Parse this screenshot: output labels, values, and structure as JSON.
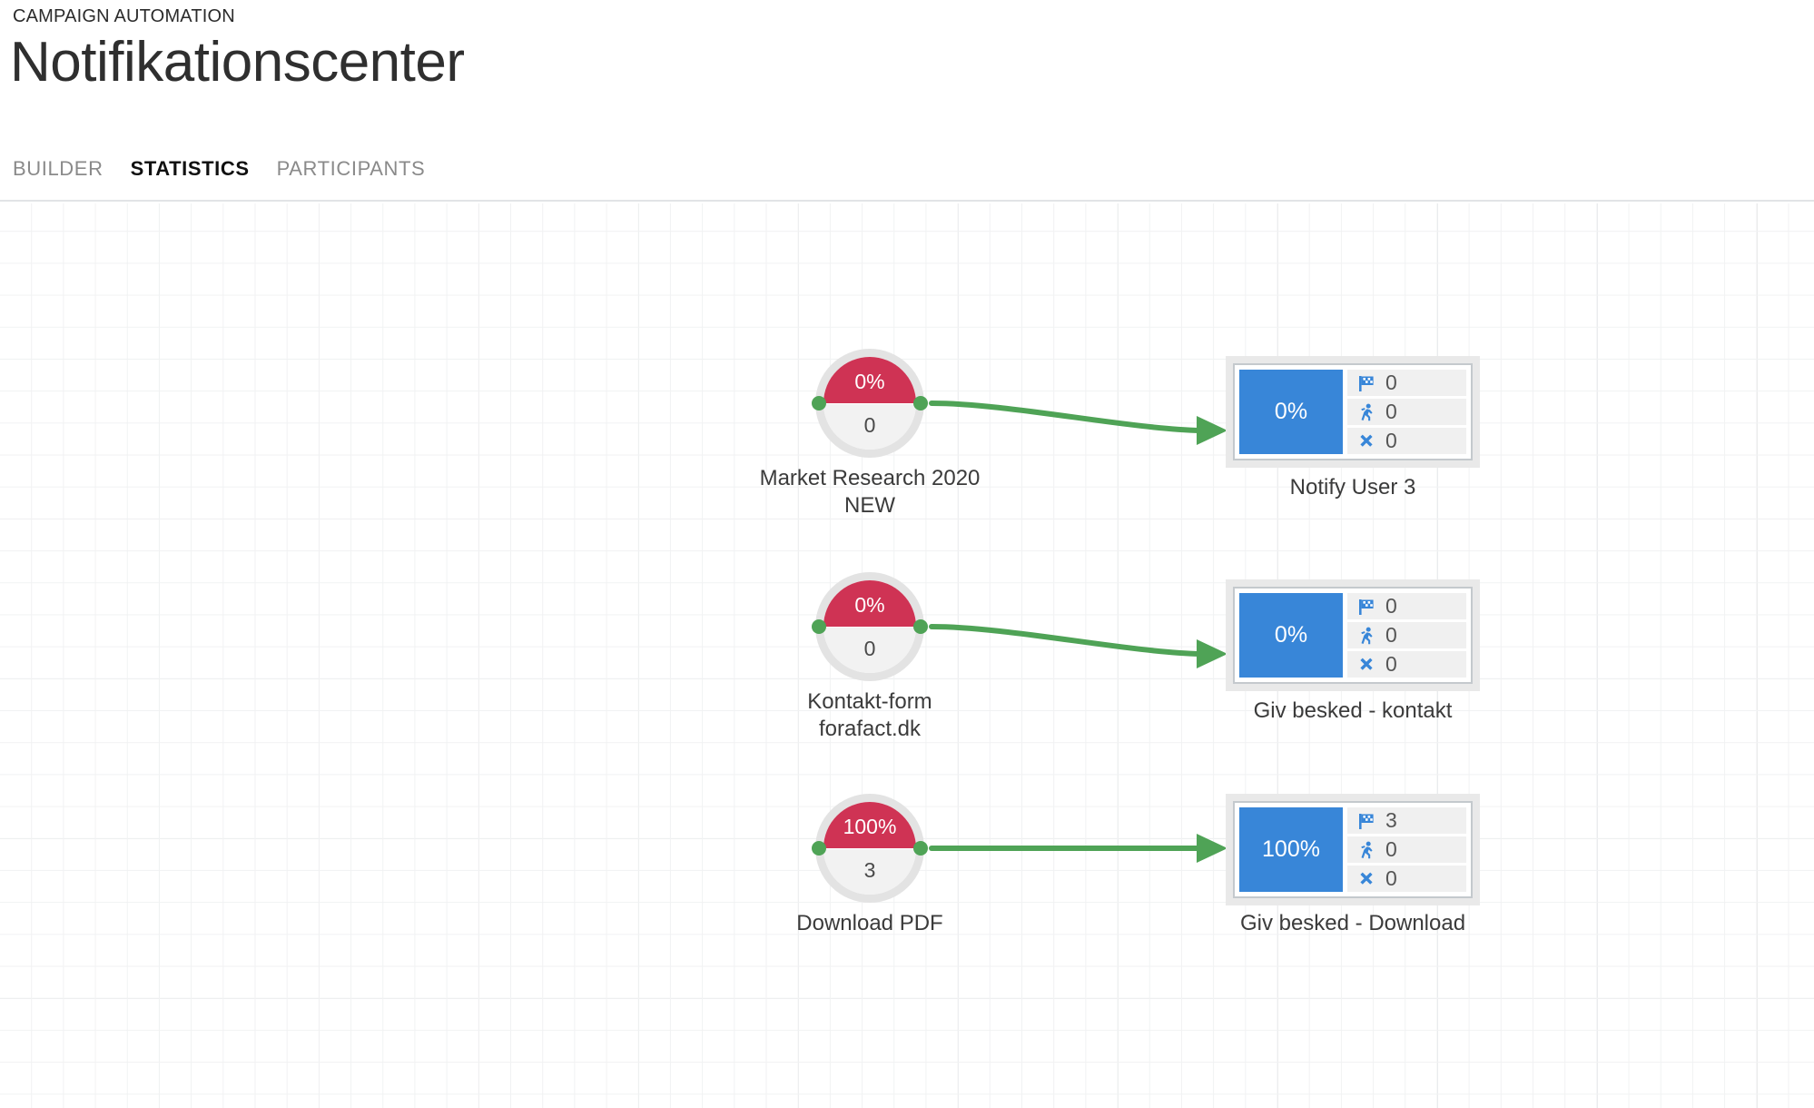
{
  "header": {
    "eyebrow": "CAMPAIGN AUTOMATION",
    "title": "Notifikationscenter",
    "tabs": [
      {
        "label": "BUILDER",
        "active": false
      },
      {
        "label": "STATISTICS",
        "active": true
      },
      {
        "label": "PARTICIPANTS",
        "active": false
      }
    ]
  },
  "colors": {
    "trigger_accent": "#cf3354",
    "action_accent": "#3886d8",
    "connector": "#4fa356",
    "port": "#4fa356",
    "icon_blue": "#3886d8",
    "grid_minor": "#f1f2f3",
    "grid_major": "#e6e8ea"
  },
  "canvas": {
    "flows": [
      {
        "trigger": {
          "percent": "0%",
          "count": "0",
          "label": "Market Research 2020\nNEW",
          "left_port": "input-port",
          "right_port": "output-port"
        },
        "connector": "green-arrow-connector",
        "action": {
          "percent": "0%",
          "label": "Notify User 3",
          "stats": [
            {
              "icon": "checkered-flag-icon",
              "name": "completed",
              "value": "0"
            },
            {
              "icon": "running-person-icon",
              "name": "in-progress",
              "value": "0"
            },
            {
              "icon": "x-mark-icon",
              "name": "failed",
              "value": "0"
            }
          ]
        }
      },
      {
        "trigger": {
          "percent": "0%",
          "count": "0",
          "label": "Kontakt-form\nforafact.dk",
          "left_port": "input-port",
          "right_port": "output-port"
        },
        "connector": "green-arrow-connector",
        "action": {
          "percent": "0%",
          "label": "Giv besked - kontakt",
          "stats": [
            {
              "icon": "checkered-flag-icon",
              "name": "completed",
              "value": "0"
            },
            {
              "icon": "running-person-icon",
              "name": "in-progress",
              "value": "0"
            },
            {
              "icon": "x-mark-icon",
              "name": "failed",
              "value": "0"
            }
          ]
        }
      },
      {
        "trigger": {
          "percent": "100%",
          "count": "3",
          "label": "Download PDF",
          "left_port": "input-port",
          "right_port": "output-port"
        },
        "connector": "green-arrow-connector",
        "action": {
          "percent": "100%",
          "label": "Giv besked - Download",
          "stats": [
            {
              "icon": "checkered-flag-icon",
              "name": "completed",
              "value": "3"
            },
            {
              "icon": "running-person-icon",
              "name": "in-progress",
              "value": "0"
            },
            {
              "icon": "x-mark-icon",
              "name": "failed",
              "value": "0"
            }
          ]
        }
      }
    ]
  }
}
